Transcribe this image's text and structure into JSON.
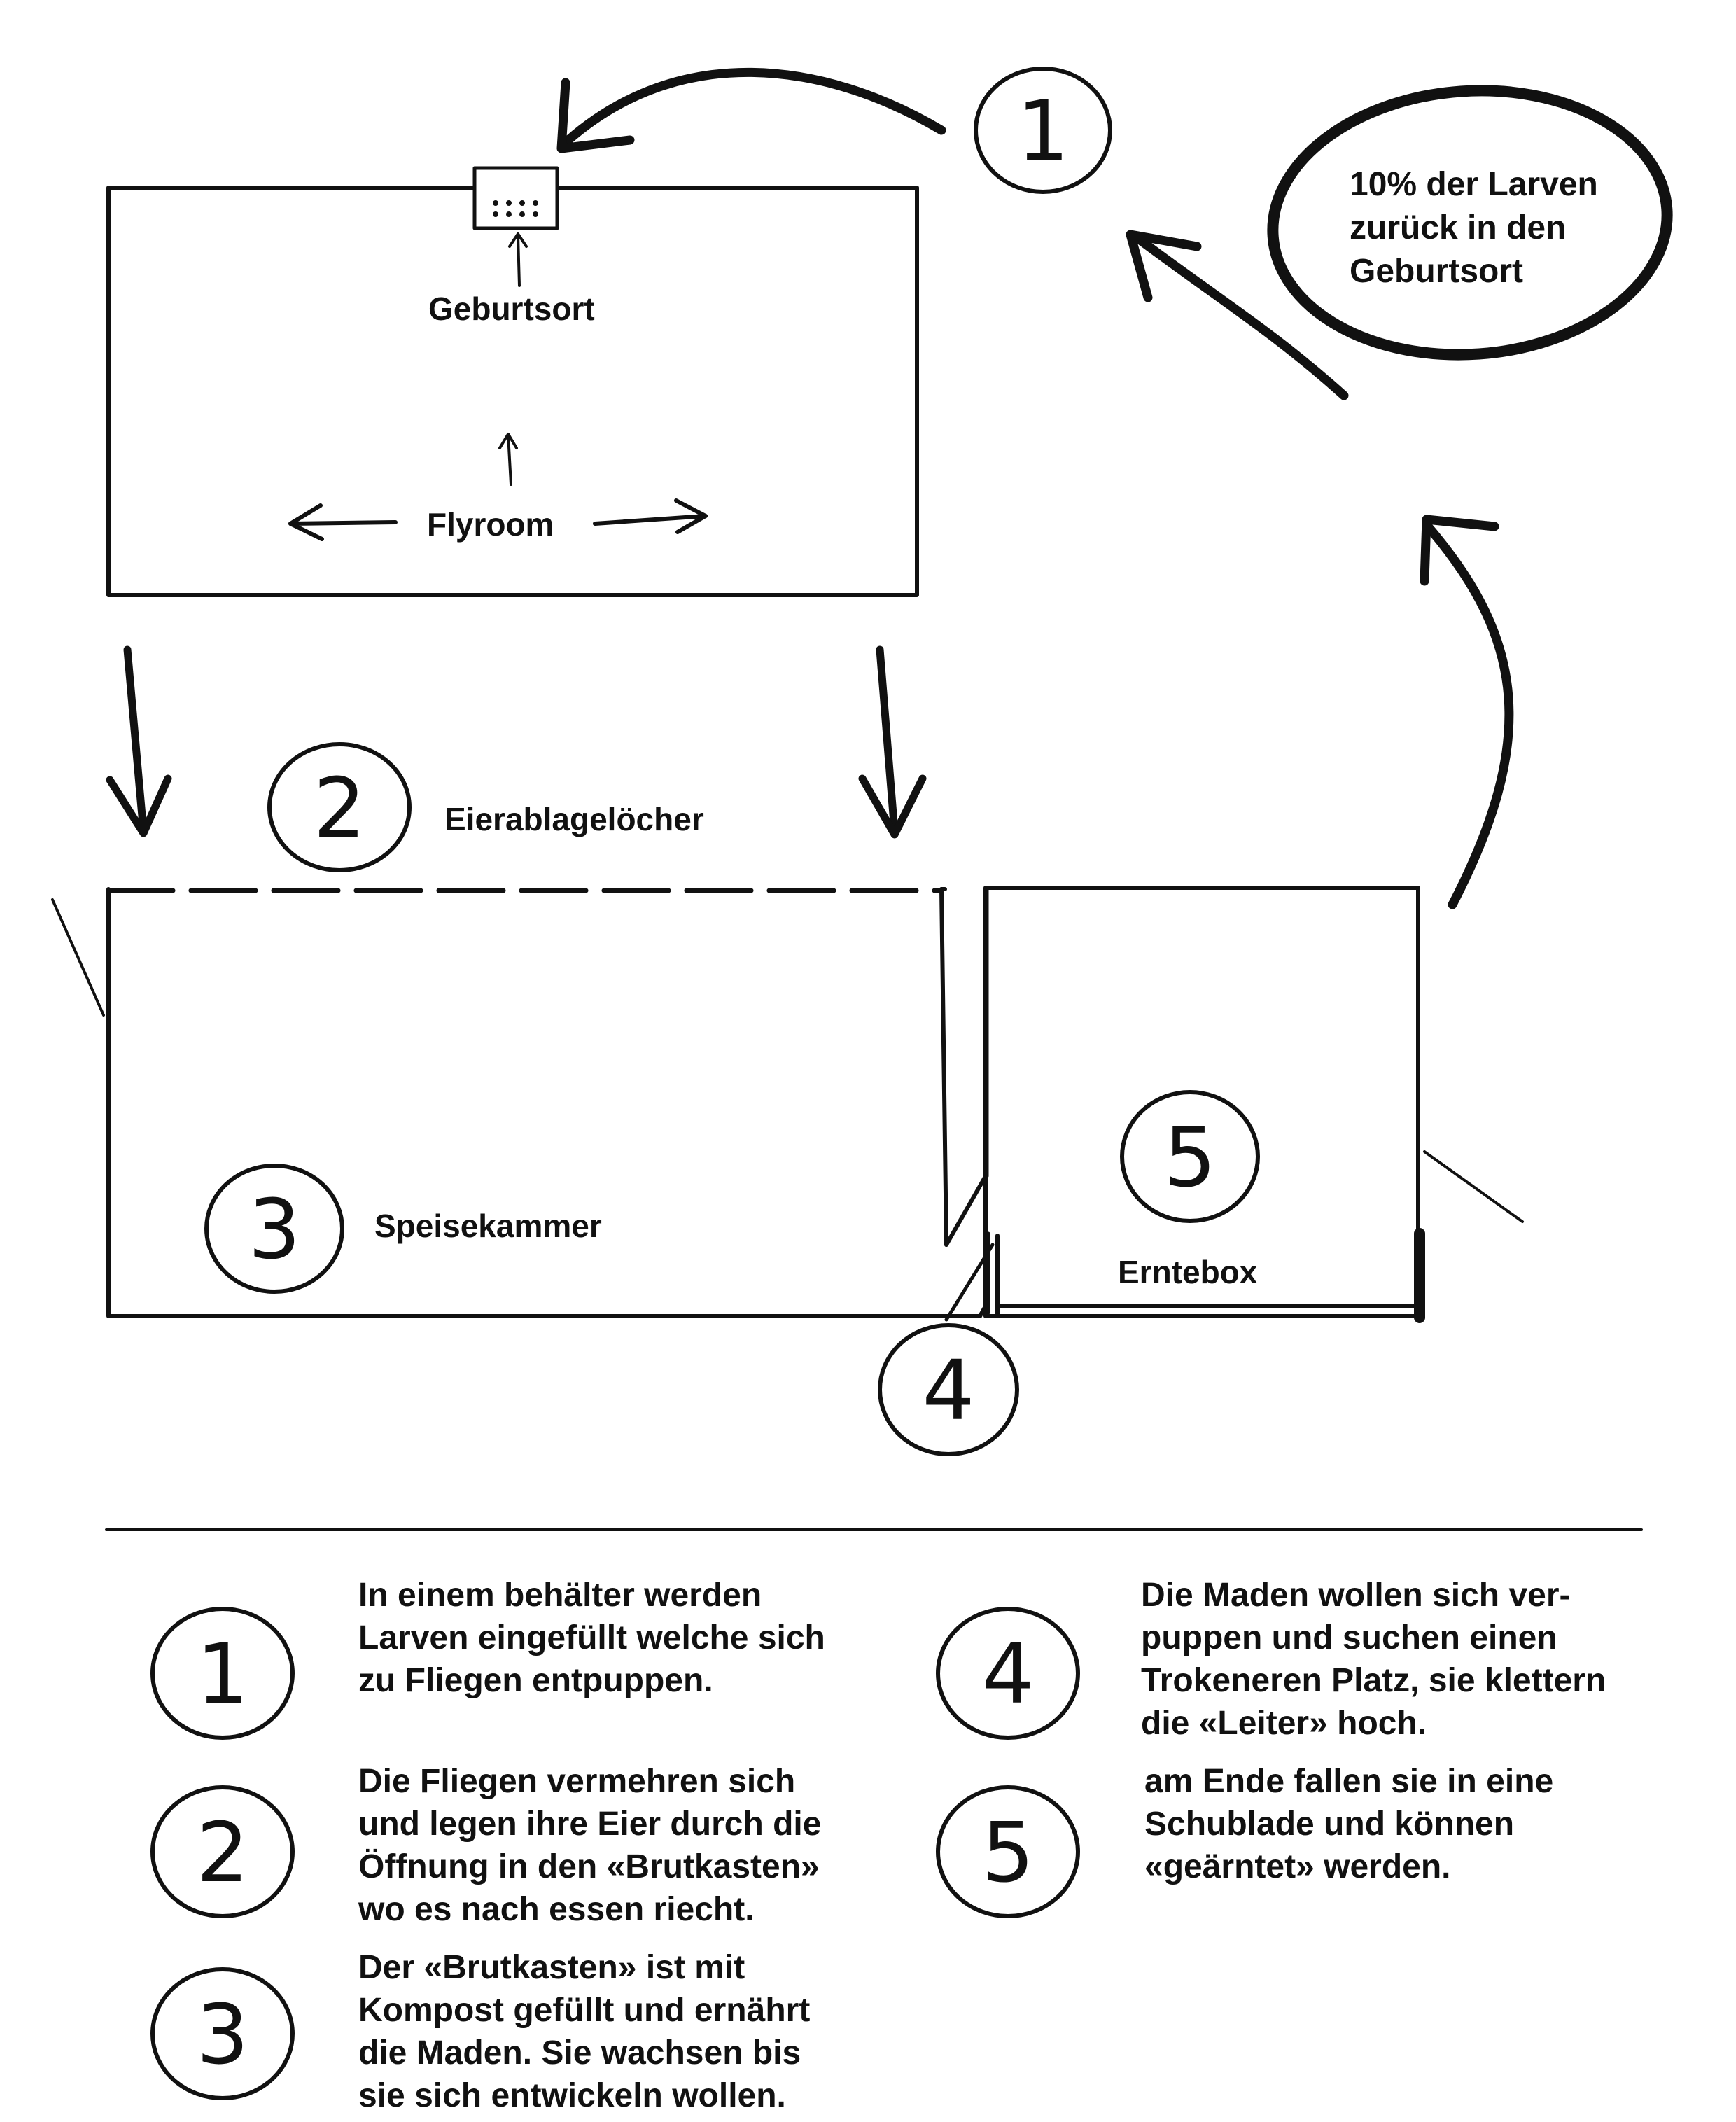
{
  "diagram": {
    "labels": {
      "birthplace": "Geburtsort",
      "flyroom": "Flyroom",
      "egg_holes": "Eierablagelöcher",
      "pantry": "Speisekammer",
      "harvest_box": "Erntebox"
    },
    "bubble_note": [
      "10% der Larven",
      "zurück in den",
      "Geburtsort"
    ],
    "step_numbers": [
      "1",
      "2",
      "3",
      "4",
      "5"
    ]
  },
  "legend": {
    "items": [
      {
        "number": "1",
        "lines": [
          "In einem behälter werden",
          "Larven eingefüllt welche sich",
          "zu Fliegen entpuppen."
        ]
      },
      {
        "number": "2",
        "lines": [
          "Die Fliegen vermehren sich",
          "und legen ihre Eier durch die",
          "Öffnung in den «Brutkasten»",
          "wo es nach essen riecht."
        ]
      },
      {
        "number": "3",
        "lines": [
          "Der «Brutkasten» ist mit",
          "Kompost gefüllt und ernährt",
          "die Maden. Sie wachsen bis",
          "sie sich entwickeln wollen."
        ]
      },
      {
        "number": "4",
        "lines": [
          "Die Maden wollen sich ver-",
          "puppen und suchen einen",
          "Trokeneren Platz, sie klettern",
          "die «Leiter» hoch."
        ]
      },
      {
        "number": "5",
        "lines": [
          "am Ende fallen sie in eine",
          "Schublade und können",
          "«geärntet» werden."
        ]
      }
    ]
  },
  "colors": {
    "ink": "#111111",
    "background": "#ffffff"
  }
}
